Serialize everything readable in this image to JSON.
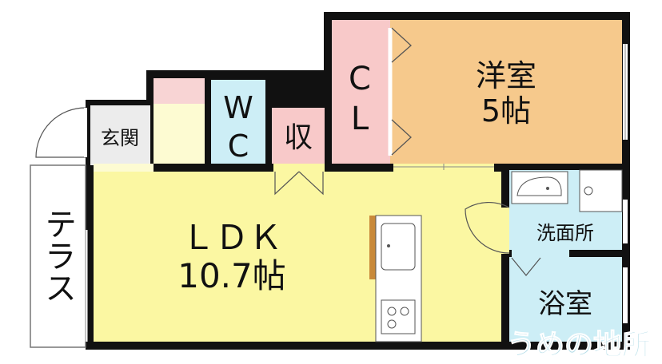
{
  "rooms": {
    "western_room": {
      "name": "洋室",
      "size": "5帖"
    },
    "closet": {
      "name_line1": "C",
      "name_line2": "L"
    },
    "storage": {
      "name": "収"
    },
    "toilet": {
      "name_line1": "W",
      "name_line2": "C"
    },
    "entrance": {
      "name": "玄関"
    },
    "ldk": {
      "name": "ＬＤＫ",
      "size": "10.7帖"
    },
    "washroom": {
      "name": "洗面所"
    },
    "bathroom": {
      "name": "浴室"
    },
    "terrace": {
      "name": "テラス"
    }
  },
  "branding": {
    "logo_text": "うめの地所"
  },
  "colors": {
    "western_room": "#f6c98c",
    "closet": "#f8c9c9",
    "storage": "#f8c9c9",
    "toilet": "#cdeef6",
    "ldk": "#fbf7a2",
    "entrance_step": "#fdfbd2",
    "shoe_box": "#f8d4d4",
    "entrance": "#ececec",
    "washroom": "#cdeef6",
    "bathroom": "#cdeef6",
    "wall": "#111111",
    "counter": "#c8893a",
    "logo": "#b5dde8"
  }
}
